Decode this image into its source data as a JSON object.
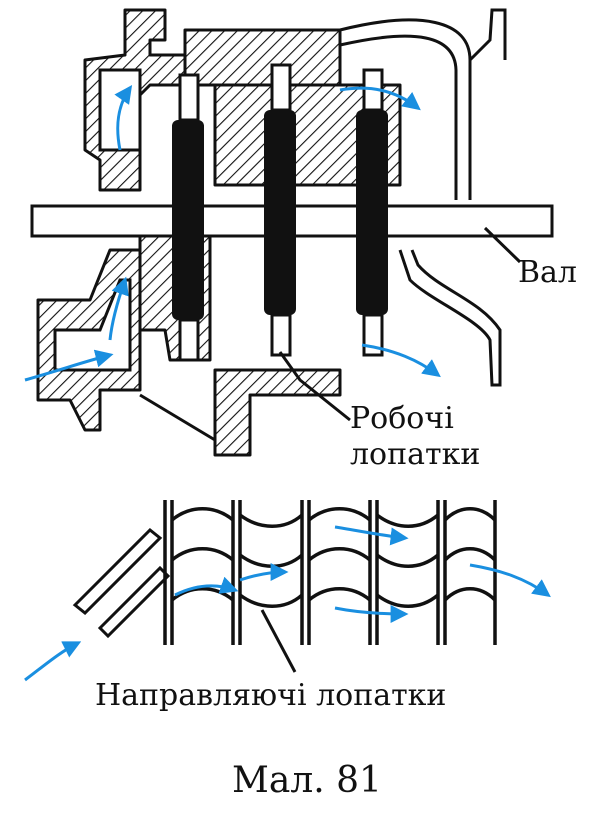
{
  "labels": {
    "shaft": "Вал",
    "working_blades_line1": "Робочі",
    "working_blades_line2": "лопатки",
    "guide_blades": "Направляючі лопатки"
  },
  "caption": "Мал. 81",
  "colors": {
    "flow_arrow": "#1a8fe0",
    "ink": "#111111",
    "background": "#ffffff"
  }
}
